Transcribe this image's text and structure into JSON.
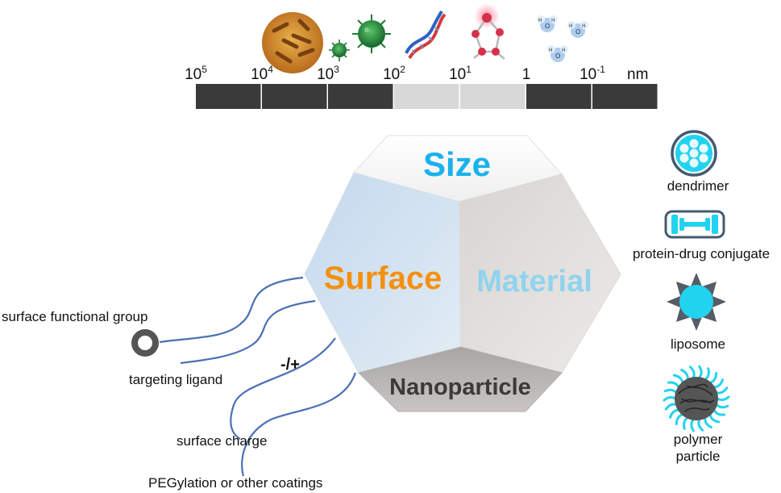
{
  "scale": {
    "ticks": [
      {
        "base": "10",
        "exp": "5"
      },
      {
        "base": "10",
        "exp": "4"
      },
      {
        "base": "10",
        "exp": "3"
      },
      {
        "base": "10",
        "exp": "2"
      },
      {
        "base": "10",
        "exp": "1"
      },
      {
        "base": "1",
        "exp": ""
      },
      {
        "base": "10",
        "exp": "-1"
      }
    ],
    "unit": "nm",
    "segments": [
      "dark",
      "dark",
      "dark",
      "light",
      "light",
      "dark",
      "dark"
    ],
    "icons": [
      "bacterium-icon",
      "small-virus-icon",
      "virus-icon",
      "dna-icon",
      "molecule-icon",
      "water-molecules-icon"
    ]
  },
  "particle": {
    "faces": {
      "top": "Size",
      "left": "Surface",
      "right": "Material",
      "bottom": "Nanoparticle"
    }
  },
  "surface_features": {
    "items": [
      "surface functional group",
      "targeting ligand",
      "surface charge",
      "PEGylation or other coatings"
    ],
    "charge_symbol": "-/+"
  },
  "materials": {
    "items": [
      "dendrimer",
      "protein-drug conjugate",
      "liposome",
      "polymer particle"
    ]
  },
  "colors": {
    "size": "#1ab2ec",
    "surface": "#f5900e",
    "material": "#8fd3ef",
    "nanoparticle": "#3a3a3a",
    "bar_dark": "#3a3a3a",
    "bar_light": "#d8d8d8",
    "curves": "#4a6fb5",
    "cyan": "#22d3f0"
  }
}
